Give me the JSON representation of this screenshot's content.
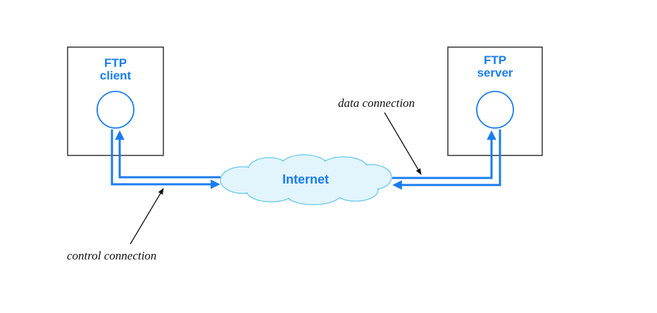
{
  "client": {
    "title_line1": "FTP",
    "title_line2": "client"
  },
  "server": {
    "title_line1": "FTP",
    "title_line2": "server"
  },
  "network": {
    "label": "Internet"
  },
  "annotations": {
    "data_connection": "data connection",
    "control_connection": "control connection"
  },
  "colors": {
    "box_border": "#333333",
    "connection_line": "#1a7cf0",
    "accent_text": "#1a7cf0",
    "cloud_fill": "#e2f4fc",
    "cloud_stroke": "#64c8ec",
    "annotation_text": "#111111"
  }
}
